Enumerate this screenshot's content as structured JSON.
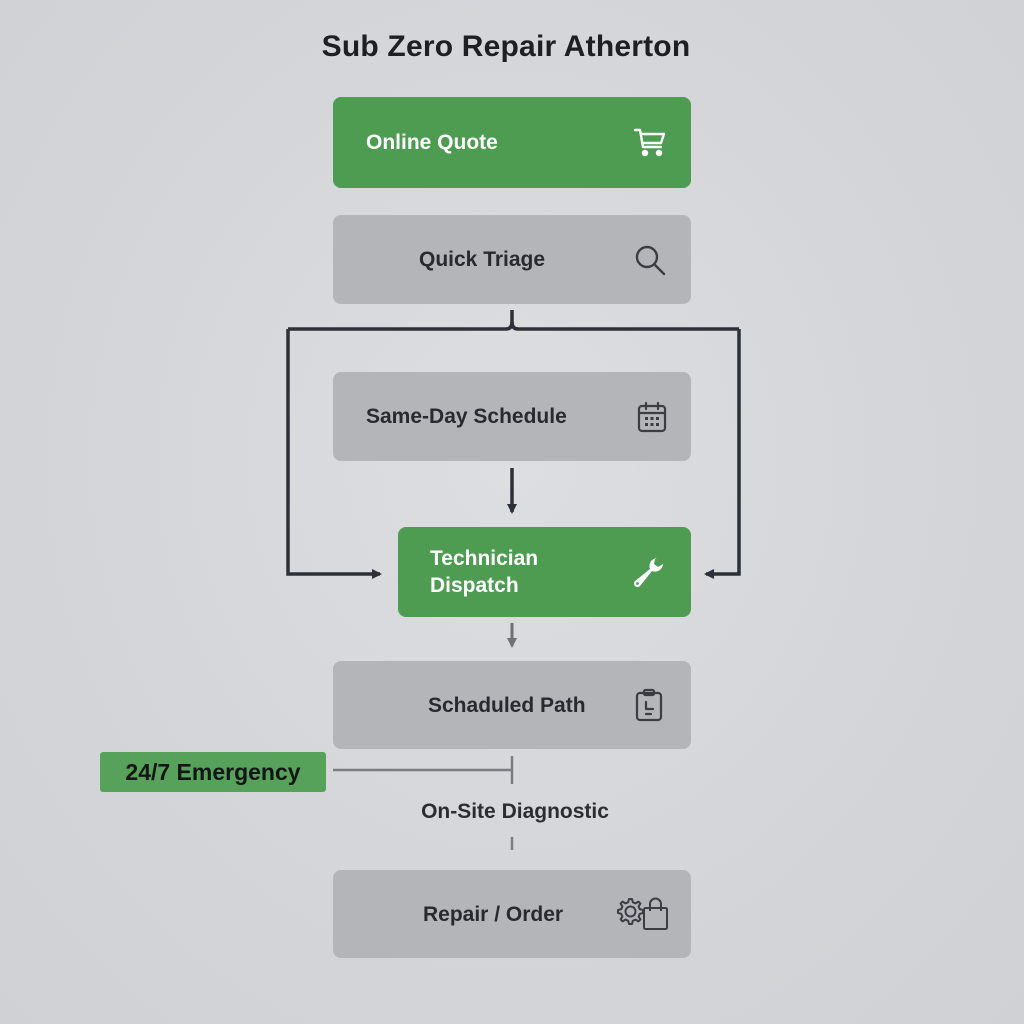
{
  "title": "Sub Zero Repair Atherton",
  "colors": {
    "accent_green": "#4e9b52",
    "node_gray": "#b3b5b9",
    "connector": "#2c3038",
    "background": "#d3d5d8"
  },
  "nodes": [
    {
      "id": "online-quote",
      "label": "Online Quote",
      "icon": "shopping-cart-icon",
      "style": "green"
    },
    {
      "id": "quick-triage",
      "label": "Quick Triage",
      "icon": "search-icon",
      "style": "gray"
    },
    {
      "id": "same-day-schedule",
      "label": "Same-Day Schedule",
      "icon": "calendar-icon",
      "style": "gray"
    },
    {
      "id": "technician-dispatch",
      "label_line1": "Technician",
      "label_line2": "Dispatch",
      "icon": "wrench-icon",
      "style": "green"
    },
    {
      "id": "scheduled-path",
      "label": "Schaduled Path",
      "icon": "clipboard-icon",
      "style": "gray"
    },
    {
      "id": "repair-order",
      "label": "Repair / Order",
      "icon": "gear-bag-icon",
      "style": "gray"
    }
  ],
  "emergency_tag": {
    "label": "24/7 Emergency"
  },
  "free_labels": {
    "on_site_diagnostic": "On-Site Diagnostic"
  },
  "edges": [
    {
      "from": "quick-triage",
      "to": "technician-dispatch",
      "route": "left-branch"
    },
    {
      "from": "quick-triage",
      "to": "technician-dispatch",
      "route": "right-branch"
    },
    {
      "from": "same-day-schedule",
      "to": "technician-dispatch"
    },
    {
      "from": "technician-dispatch",
      "to": "scheduled-path"
    },
    {
      "from": "24/7 Emergency",
      "to": "On-Site Diagnostic"
    },
    {
      "from": "On-Site Diagnostic",
      "to": "repair-order"
    }
  ]
}
